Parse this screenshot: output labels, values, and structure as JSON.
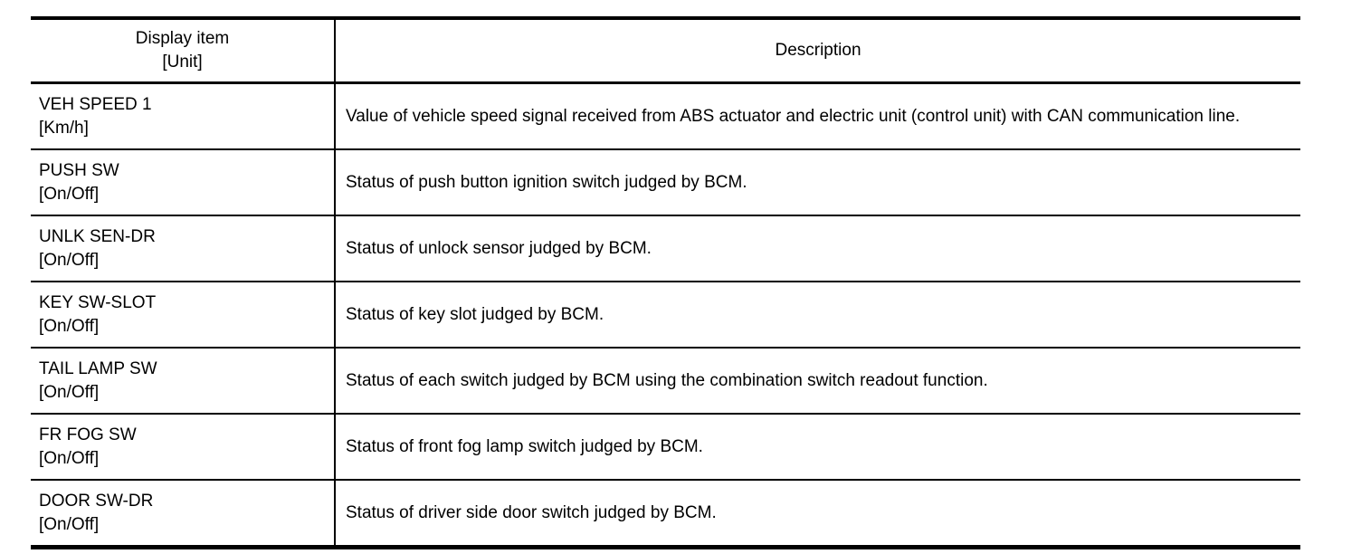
{
  "page": {
    "background": "#ffffff",
    "text_color": "#000000",
    "rule_color": "#000000"
  },
  "table": {
    "header": {
      "item_label": "Display item",
      "unit_label": "[Unit]",
      "description_label": "Description"
    },
    "rows": [
      {
        "item": "VEH SPEED 1",
        "unit": "[Km/h]",
        "description": "Value of vehicle speed signal received from ABS actuator and electric unit (control unit) with CAN communication line."
      },
      {
        "item": "PUSH SW",
        "unit": "[On/Off]",
        "description": "Status of push button ignition switch judged by BCM."
      },
      {
        "item": "UNLK SEN-DR",
        "unit": "[On/Off]",
        "description": "Status of unlock sensor judged by BCM."
      },
      {
        "item": "KEY SW-SLOT",
        "unit": "[On/Off]",
        "description": "Status of key slot judged by BCM."
      },
      {
        "item": "TAIL LAMP SW",
        "unit": "[On/Off]",
        "description": "Status of each switch judged by BCM using the combination switch readout function."
      },
      {
        "item": "FR FOG SW",
        "unit": "[On/Off]",
        "description": "Status of front fog lamp switch judged by BCM."
      },
      {
        "item": "DOOR SW-DR",
        "unit": "[On/Off]",
        "description": "Status of driver side door switch judged by BCM."
      }
    ]
  }
}
